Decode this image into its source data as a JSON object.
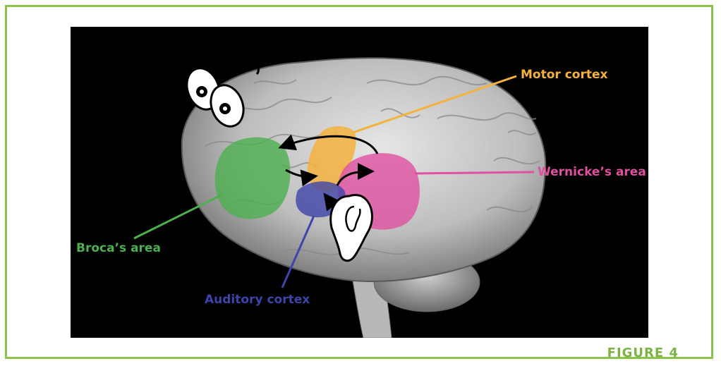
{
  "labels": {
    "motor": "Motor cortex",
    "wernicke": "Wernicke’s area",
    "broca": "Broca’s area",
    "auditory": "Auditory cortex"
  },
  "figure_label": "FIGURE 4",
  "colors": {
    "frame": "#8bc34a",
    "motor": "#f4b23e",
    "wernicke": "#e050a0",
    "broca": "#4caf50",
    "auditory": "#3d45a8",
    "figure_label": "#7cb342"
  },
  "icons": [
    "eyes-icon",
    "ear-icon"
  ]
}
